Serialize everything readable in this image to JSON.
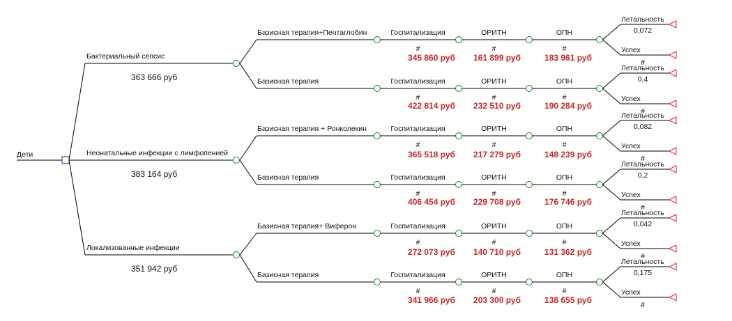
{
  "root": {
    "label": "Дети"
  },
  "stage_labels": {
    "hosp": "Госпитализация",
    "icu": "ОРИТН",
    "opn": "ОПН",
    "hash": "#"
  },
  "outcomes": {
    "death": "Летальность",
    "success": "Успех",
    "hash": "#"
  },
  "colors": {
    "cost": "#c0282d",
    "chance_node": "#1a7a1a",
    "decision_node": "#1f2f8f",
    "terminal": "#d62020"
  },
  "groups": [
    {
      "label": "Бактериальный сепсис",
      "cost": "363 666 руб",
      "therapies": [
        {
          "label": "Базисная терапия+Пентаглобин",
          "mortality": "0,072",
          "costs": [
            "345 860 руб",
            "161 899 руб",
            "183 961 руб"
          ]
        },
        {
          "label": "Базисная терапия",
          "mortality": "0,4",
          "costs": [
            "422 814 руб",
            "232 510 руб",
            "190 284 руб"
          ]
        }
      ]
    },
    {
      "label": "Неонатальные инфекции с лимфопенией",
      "cost": "383 164 руб",
      "therapies": [
        {
          "label": "Базисная терапия + Ронколекин",
          "mortality": "0,082",
          "costs": [
            "365 518 руб",
            "217 279 руб",
            "148 239 руб"
          ]
        },
        {
          "label": "Базисная терапия",
          "mortality": "0,2",
          "costs": [
            "406 454 руб",
            "229 708 руб",
            "176 746 руб"
          ]
        }
      ]
    },
    {
      "label": "Локализованные инфекции",
      "cost": "351 942 руб",
      "therapies": [
        {
          "label": "Базисная терапия+ Виферон",
          "mortality": "0,042",
          "costs": [
            "272 073 руб",
            "140 710 руб",
            "131 362 руб"
          ]
        },
        {
          "label": "Базисная терапия",
          "mortality": "0,175",
          "costs": [
            "341 966 руб",
            "203 300 руб",
            "138 655 руб"
          ]
        }
      ]
    }
  ]
}
